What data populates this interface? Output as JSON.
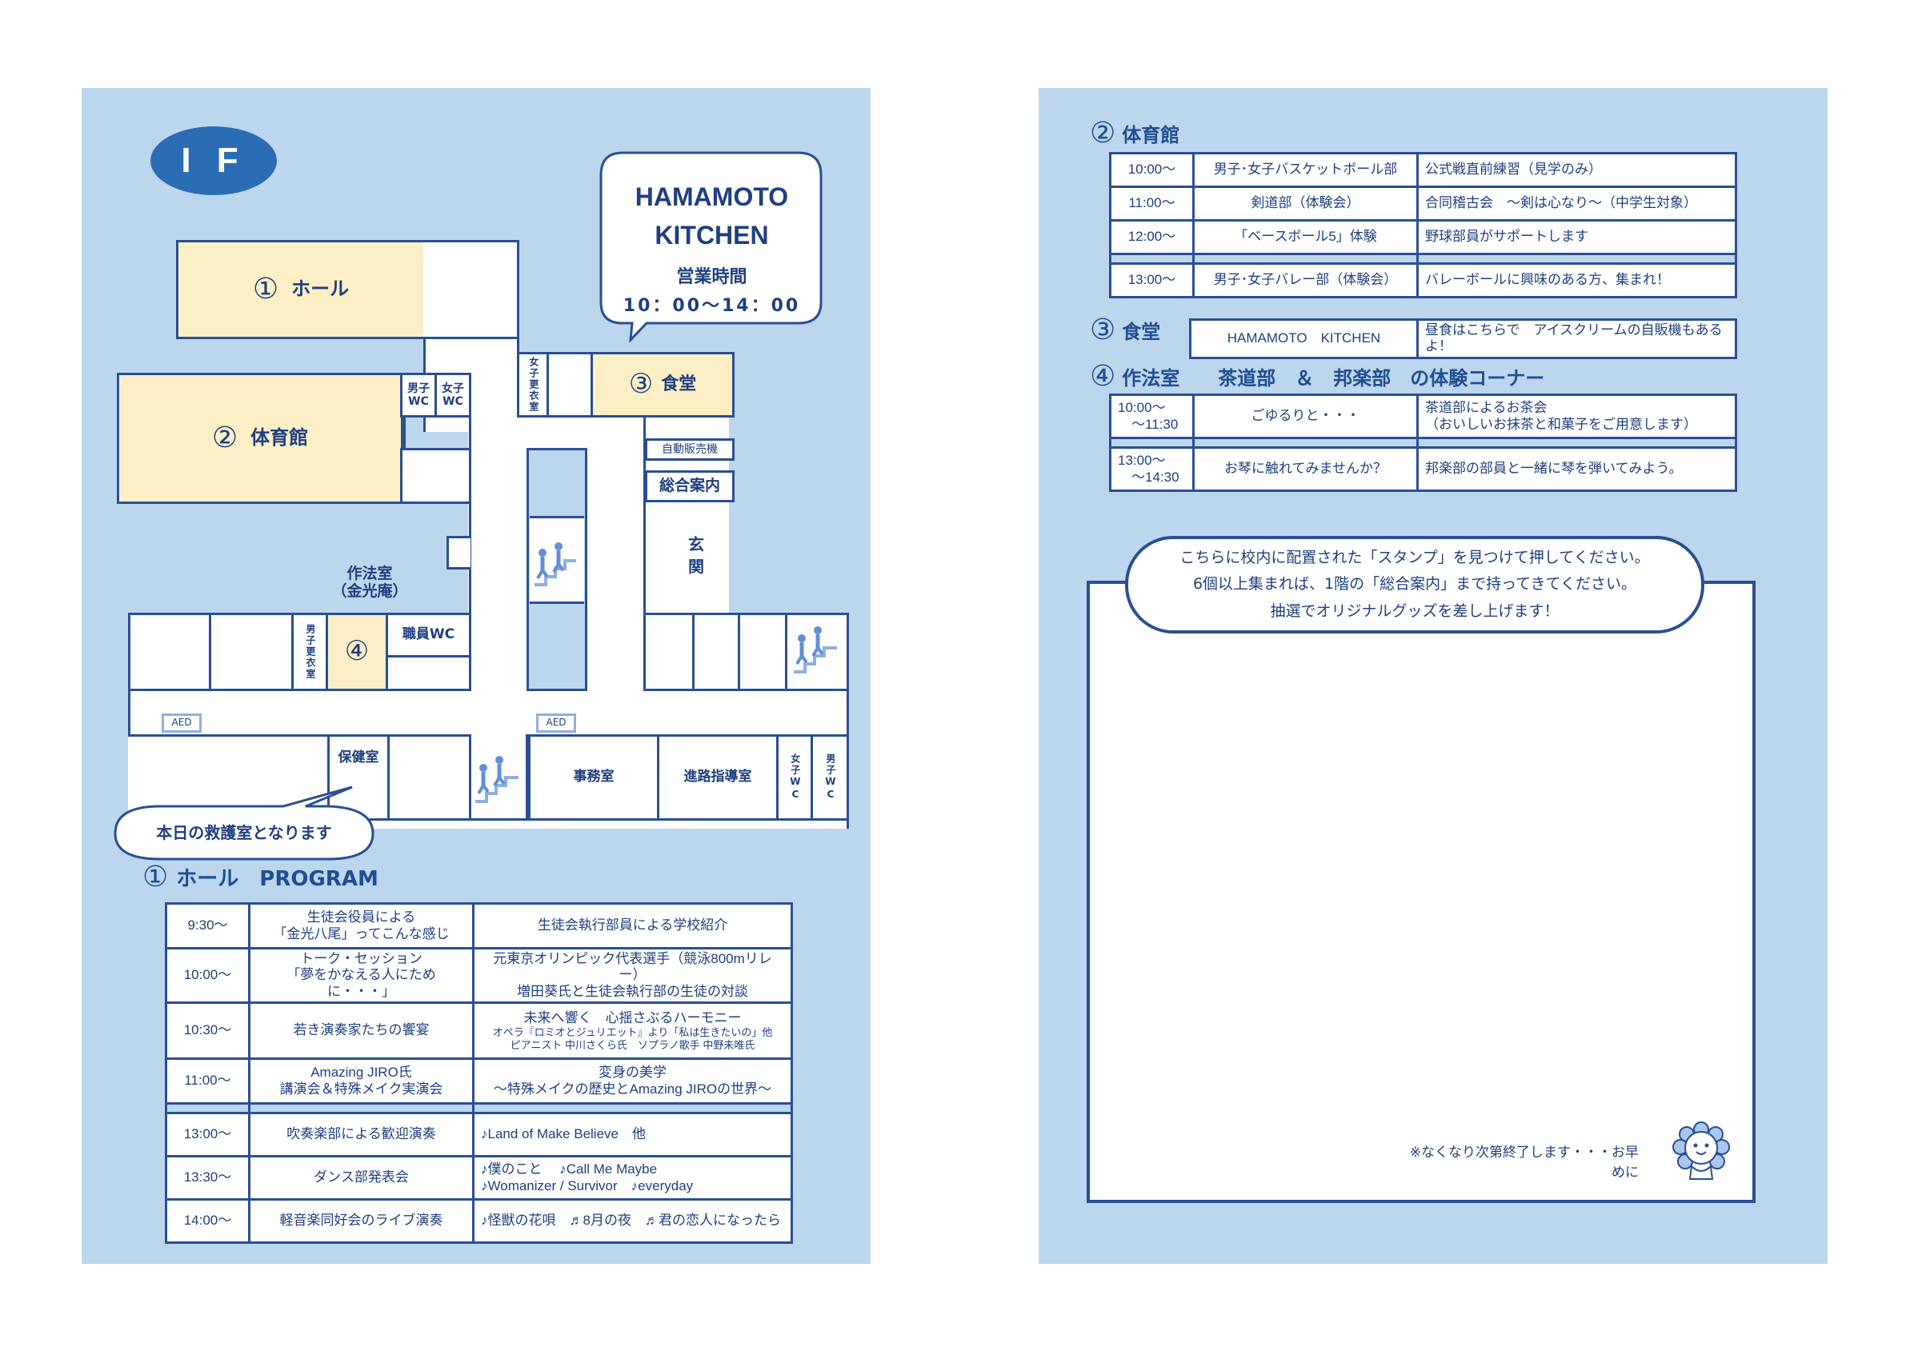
{
  "floor": {
    "badge": "I F"
  },
  "kitchen": {
    "name": "HAMAMOTO KITCHEN",
    "hours_label": "営業時間",
    "hours": "10：00～14：00"
  },
  "map": {
    "hall": "ホール",
    "gym": "体育館",
    "cafeteria": "食堂",
    "num1": "①",
    "num2": "②",
    "num3": "③",
    "num4": "④",
    "male_wc": "男子WC",
    "female_wc": "女子WC",
    "female_locker": "女子更衣室",
    "male_locker": "男子更衣室",
    "vending": "自動販売機",
    "info": "総合案内",
    "entrance": "玄関",
    "tea_room": "作法室\n（金光庵）",
    "staff_wc": "職員WC",
    "aed": "AED",
    "nurse": "保健室",
    "office": "事務室",
    "career": "進路指導室",
    "female_wc_v": "女子WC",
    "male_wc_v": "男子WC",
    "first_aid_note": "本日の救護室となります"
  },
  "hall_program": {
    "num": "①",
    "title": "ホール　PROGRAM",
    "rows": [
      {
        "time": "9:30～",
        "event": "生徒会役員による\n「金光八尾」ってこんな感じ",
        "detail": "生徒会執行部員による学校紹介"
      },
      {
        "time": "10:00～",
        "event": "トーク・セッション\n「夢をかなえる人にために・・・」",
        "detail": "元東京オリンピック代表選手（競泳800mリレー）\n増田葵氏と生徒会執行部の生徒の対談"
      },
      {
        "time": "10:30～",
        "event": "若き演奏家たちの饗宴",
        "detail": "未来へ響く　心揺さぶるハーモニー",
        "detail2": "オペラ『ロミオとジュリエット』より「私は生きたいの」他\nピアニスト 中川さくら氏　ソプラノ歌手 中野未唯氏"
      },
      {
        "time": "11:00～",
        "event": "Amazing JIRO氏\n講演会＆特殊メイク実演会",
        "detail": "変身の美学\n～特殊メイクの歴史とAmazing JIROの世界～"
      }
    ],
    "rows2": [
      {
        "time": "13:00～",
        "event": "吹奏楽部による歓迎演奏",
        "detail": "♪Land of Make Believe　他"
      },
      {
        "time": "13:30～",
        "event": "ダンス部発表会",
        "detail": "♪僕のこと　 ♪Call Me Maybe\n♪Womanizer / Survivor　♪everyday"
      },
      {
        "time": "14:00～",
        "event": "軽音楽同好会のライブ演奏",
        "detail": "♪怪獣の花唄　♬8月の夜　♬君の恋人になったら"
      }
    ]
  },
  "gym_program": {
    "num": "②",
    "title": "体育館",
    "rows": [
      {
        "time": "10:00～",
        "event": "男子･女子バスケットボール部",
        "detail": "公式戦直前練習（見学のみ）"
      },
      {
        "time": "11:00～",
        "event": "剣道部（体験会）",
        "detail": "合同稽古会　～剣は心なり～（中学生対象）"
      },
      {
        "time": "12:00～",
        "event": "「ベースボール5」体験",
        "detail": "野球部員がサポートします"
      }
    ],
    "rows2": [
      {
        "time": "13:00～",
        "event": "男子･女子バレー部（体験会）",
        "detail": "バレーボールに興味のある方、集まれ！"
      }
    ]
  },
  "cafeteria_info": {
    "num": "③",
    "title": "食堂",
    "name": "HAMAMOTO　KITCHEN",
    "detail": "昼食はこちらで　アイスクリームの自販機もあるよ！"
  },
  "tea_program": {
    "num": "④",
    "title": "作法室　　茶道部　＆　邦楽部　の体験コーナー",
    "rows": [
      {
        "time": "10:00～\n　～11:30",
        "event": "ごゆるりと・・・",
        "detail": "茶道部によるお茶会\n（おいしいお抹茶と和菓子をご用意します）"
      }
    ],
    "rows2": [
      {
        "time": "13:00～\n　～14:30",
        "event": "お琴に触れてみませんか？",
        "detail": "邦楽部の部員と一緒に琴を弾いてみよう。"
      }
    ]
  },
  "stamp": {
    "lines": [
      "こちらに校内に配置された「スタンプ」を見つけて押してください。",
      "6個以上集まれば、1階の「総合案内」まで持ってきてください。",
      "抽選でオリジナルグッズを差し上げます！"
    ],
    "note": "※なくなり次第終了します・・・お早めに"
  },
  "colors": {
    "panel": "#bcd6ee",
    "line": "#2a4f93",
    "highlight": "#fcefc6",
    "badge": "#2a6db5"
  }
}
